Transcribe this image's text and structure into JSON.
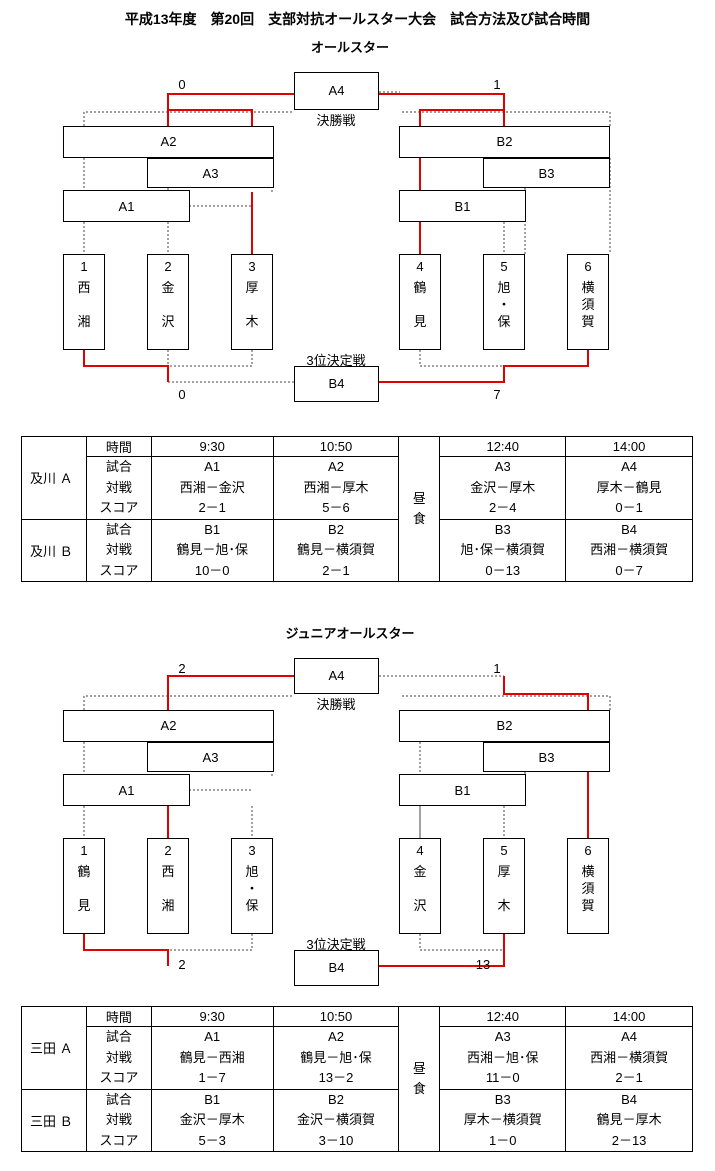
{
  "title": "平成13年度　第20回　支部対抗オールスター大会　試合方法及び試合時間",
  "brackets": [
    {
      "subtitle": "オールスター",
      "final": "A4",
      "final_caption": "決勝戦",
      "third": "B4",
      "third_caption": "3位決定戦",
      "A2": "A2",
      "A3": "A3",
      "A1": "A1",
      "B2": "B2",
      "B3": "B3",
      "B1": "B1",
      "final_score_left": "0",
      "final_score_right": "1",
      "third_score_left": "0",
      "third_score_right": "7",
      "teams": [
        {
          "num": "1",
          "c1": "西",
          "c2": "湘",
          "c3": ""
        },
        {
          "num": "2",
          "c1": "金",
          "c2": "沢",
          "c3": ""
        },
        {
          "num": "3",
          "c1": "厚",
          "c2": "木",
          "c3": ""
        },
        {
          "num": "4",
          "c1": "鶴",
          "c2": "見",
          "c3": ""
        },
        {
          "num": "5",
          "c1": "旭",
          "c2": "・",
          "c3": "保"
        },
        {
          "num": "6",
          "c1": "横",
          "c2": "須",
          "c3": "賀"
        }
      ]
    },
    {
      "subtitle": "ジュニアオールスター",
      "final": "A4",
      "final_caption": "決勝戦",
      "third": "B4",
      "third_caption": "3位決定戦",
      "A2": "A2",
      "A3": "A3",
      "A1": "A1",
      "B2": "B2",
      "B3": "B3",
      "B1": "B1",
      "final_score_left": "2",
      "final_score_right": "1",
      "third_score_left": "2",
      "third_score_right": "13",
      "teams": [
        {
          "num": "1",
          "c1": "鶴",
          "c2": "見",
          "c3": ""
        },
        {
          "num": "2",
          "c1": "西",
          "c2": "湘",
          "c3": ""
        },
        {
          "num": "3",
          "c1": "旭",
          "c2": "・",
          "c3": "保"
        },
        {
          "num": "4",
          "c1": "金",
          "c2": "沢",
          "c3": ""
        },
        {
          "num": "5",
          "c1": "厚",
          "c2": "木",
          "c3": ""
        },
        {
          "num": "6",
          "c1": "横",
          "c2": "須",
          "c3": "賀"
        }
      ]
    }
  ],
  "schedules": [
    {
      "time_label": "時間",
      "times": [
        "9:30",
        "10:50",
        "12:40",
        "14:00"
      ],
      "lunch": [
        "昼",
        "食"
      ],
      "row_labels": [
        "試合",
        "対戦",
        "スコア"
      ],
      "groups": [
        {
          "name": "及川 Ａ",
          "games": [
            {
              "id": "A1",
              "match": "西湘－金沢",
              "score": "2－1"
            },
            {
              "id": "A2",
              "match": "西湘－厚木",
              "score": "5－6"
            },
            {
              "id": "A3",
              "match": "金沢－厚木",
              "score": "2－4"
            },
            {
              "id": "A4",
              "match": "厚木－鶴見",
              "score": "0－1"
            }
          ]
        },
        {
          "name": "及川 Ｂ",
          "games": [
            {
              "id": "B1",
              "match": "鶴見－旭･保",
              "score": "10－0"
            },
            {
              "id": "B2",
              "match": "鶴見－横須賀",
              "score": "2－1"
            },
            {
              "id": "B3",
              "match": "旭･保－横須賀",
              "score": "0－13"
            },
            {
              "id": "B4",
              "match": "西湘－横須賀",
              "score": "0－7"
            }
          ]
        }
      ]
    },
    {
      "time_label": "時間",
      "times": [
        "9:30",
        "10:50",
        "12:40",
        "14:00"
      ],
      "lunch": [
        "昼",
        "食"
      ],
      "row_labels": [
        "試合",
        "対戦",
        "スコア"
      ],
      "groups": [
        {
          "name": "三田 Ａ",
          "games": [
            {
              "id": "A1",
              "match": "鶴見－西湘",
              "score": "1－7"
            },
            {
              "id": "A2",
              "match": "鶴見－旭･保",
              "score": "13－2"
            },
            {
              "id": "A3",
              "match": "西湘－旭･保",
              "score": "11－0"
            },
            {
              "id": "A4",
              "match": "西湘－横須賀",
              "score": "2－1"
            }
          ]
        },
        {
          "name": "三田 Ｂ",
          "games": [
            {
              "id": "B1",
              "match": "金沢－厚木",
              "score": "5－3"
            },
            {
              "id": "B2",
              "match": "金沢－横須賀",
              "score": "3－10"
            },
            {
              "id": "B3",
              "match": "厚木－横須賀",
              "score": "1－0"
            },
            {
              "id": "B4",
              "match": "鶴見－厚木",
              "score": "2－13"
            }
          ]
        }
      ]
    }
  ],
  "colors": {
    "winner_line": "#e00000",
    "bracket_line": "#444444"
  }
}
